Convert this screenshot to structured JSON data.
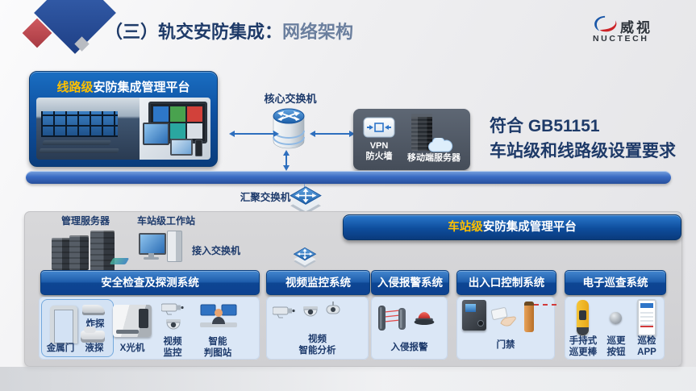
{
  "colors": {
    "accent_blue_dark": "#0d4693",
    "accent_blue_light": "#2a78cc",
    "highlight_yellow": "#ffc000",
    "title_navy": "#1e3a68",
    "subtitle_gray_blue": "#6b7f9e",
    "panel_gray": "#d4d4d6",
    "content_box_blue": "#dbe7f6",
    "vpn_box_slate": "#4f5762",
    "alarm_red": "#c23a3a",
    "logo_red": "#cc2327",
    "logo_blue": "#1a57a8"
  },
  "header": {
    "title_bold": "（三）轨交安防集成：",
    "title_light": "网络架构",
    "logo_cn": "威视",
    "logo_en": "NUCTECH"
  },
  "top": {
    "line_platform": {
      "highlight": "线路级",
      "rest": "安防集成管理平台"
    },
    "core_switch_label": "核心交换机",
    "vpn_firewall_label": "VPN\n防火墙",
    "mobile_server_label": "移动端服务器",
    "compliance_line1": "符合 GB51151",
    "compliance_line2": "车站级和线路级设置要求"
  },
  "middle": {
    "aggregation_switch_label": "汇聚交换机",
    "management_server_label": "管理服务器",
    "station_workstation_label": "车站级工作站",
    "access_switch_label": "接入交换机",
    "station_platform": {
      "highlight": "车站级",
      "rest": "安防集成管理平台"
    }
  },
  "systems": [
    {
      "title": "安全检查及探测系统",
      "items": [
        {
          "icon": "metal-detector-gate-icon",
          "label": "金属门"
        },
        {
          "icon": "explosive-trace-detector-icon",
          "label": "炸探"
        },
        {
          "icon": "liquid-detector-icon",
          "label": "液探"
        },
        {
          "icon": "xray-machine-icon",
          "label": "X光机"
        },
        {
          "icon": "cctv-cameras-icon",
          "label": "视频\n监控"
        },
        {
          "icon": "image-review-station-icon",
          "label": "智能\n判图站"
        }
      ]
    },
    {
      "title": "视频监控系统",
      "items": [
        {
          "icon": "camera-group-icon",
          "label": "视频\n智能分析"
        }
      ]
    },
    {
      "title": "入侵报警系统",
      "items": [
        {
          "icon": "infrared-beams-and-siren-icon",
          "label": "入侵报警"
        }
      ]
    },
    {
      "title": "出入口控制系统",
      "items": [
        {
          "icon": "access-control-group-icon",
          "label": "门禁"
        }
      ]
    },
    {
      "title": "电子巡查系统",
      "items": [
        {
          "icon": "patrol-wand-icon",
          "label": "手持式\n巡更棒"
        },
        {
          "icon": "patrol-button-icon",
          "label": "巡更\n按钮"
        },
        {
          "icon": "patrol-app-phone-icon",
          "label": "巡检\nAPP"
        }
      ]
    }
  ]
}
